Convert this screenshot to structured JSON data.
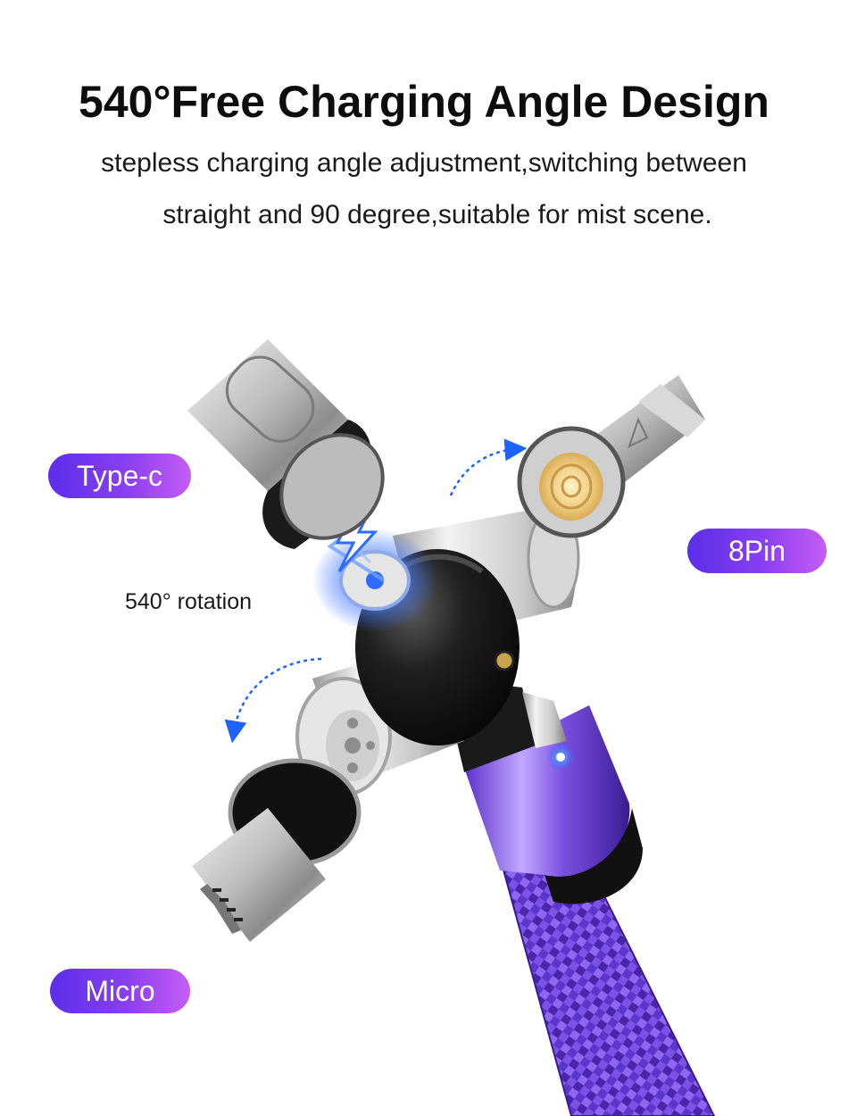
{
  "headline": "540°Free Charging Angle Design",
  "subtitle_line1": "stepless charging angle adjustment,switching between",
  "subtitle_line2": "straight and 90 degree,suitable for mist scene.",
  "labels": {
    "type_c": "Type-c",
    "eight_pin": "8Pin",
    "micro": "Micro",
    "rotation": "540° rotation"
  },
  "colors": {
    "pill_gradient_start": "#5b2ee8",
    "pill_gradient_end": "#c65df5",
    "cable_braid": "#7a4fe0",
    "lightning": "#2f6bff"
  }
}
